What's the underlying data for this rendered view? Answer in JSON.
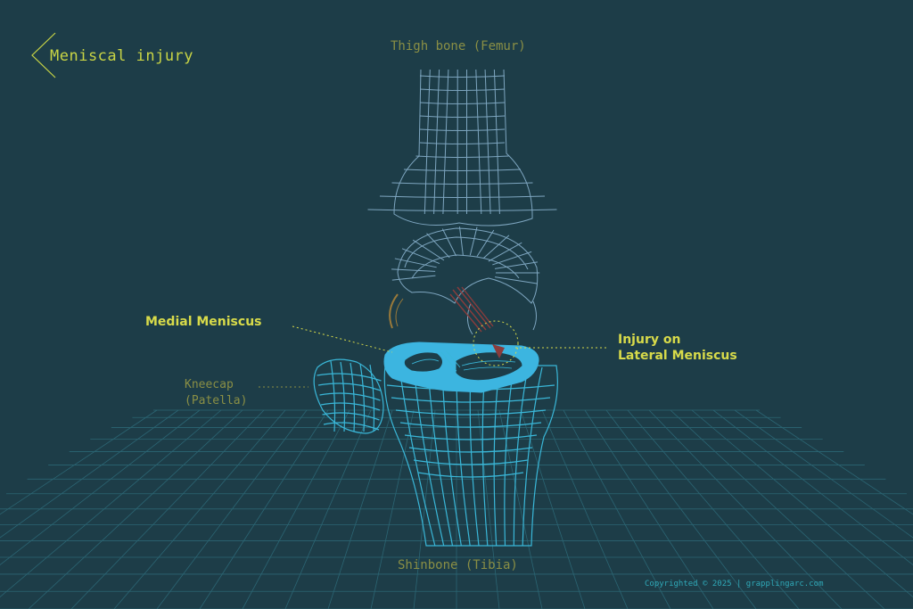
{
  "title": "Meniscal injury",
  "labels": {
    "femur": "Thigh bone (Femur)",
    "tibia": "Shinbone (Tibia)",
    "patella_line1": "Kneecap",
    "patella_line2": "(Patella)",
    "medial_meniscus": "Medial Meniscus",
    "injury_line1": "Injury on",
    "injury_line2": "Lateral Meniscus"
  },
  "copyright": "Copyrighted © 2025 | grapplingarc.com",
  "colors": {
    "background": "#1d3d48",
    "bone_wire": "#3ab7d8",
    "femur_wire": "#7ea6c0",
    "meniscus_fill": "#3cb5e0",
    "accent_label": "#d8db4a",
    "muted_label": "#8a8f45",
    "injury": "#8a3c3c",
    "grid": "#2f6f7e"
  }
}
